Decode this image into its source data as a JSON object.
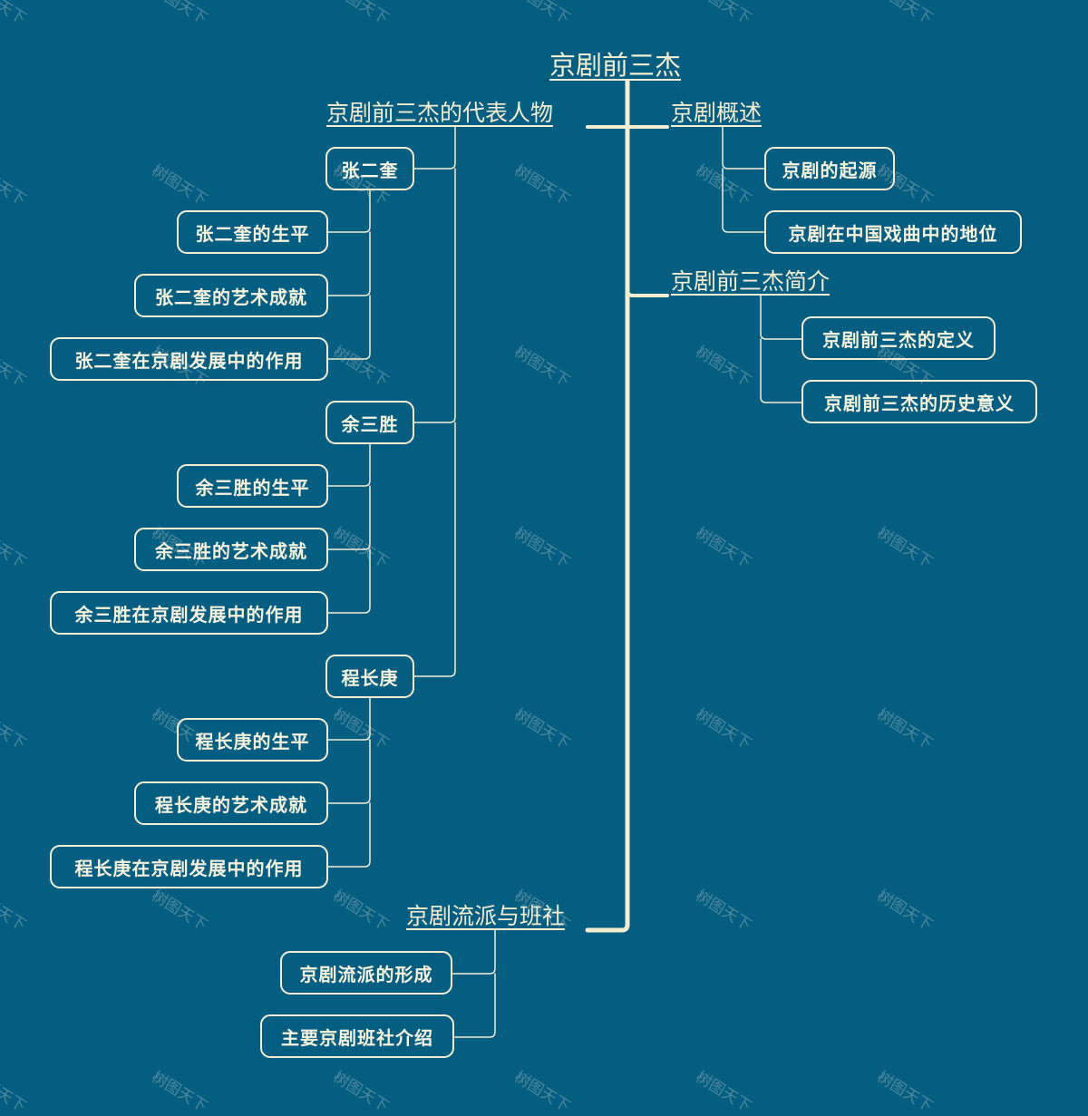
{
  "title": "京剧前三杰",
  "branches": {
    "overview": {
      "label": "京剧概述",
      "items": [
        "京剧的起源",
        "京剧在中国戏曲中的地位"
      ]
    },
    "intro": {
      "label": "京剧前三杰简介",
      "items": [
        "京剧前三杰的定义",
        "京剧前三杰的历史意义"
      ]
    },
    "figures": {
      "label": "京剧前三杰的代表人物",
      "people": [
        {
          "name": "张二奎",
          "items": [
            "张二奎的生平",
            "张二奎的艺术成就",
            "张二奎在京剧发展中的作用"
          ]
        },
        {
          "name": "余三胜",
          "items": [
            "余三胜的生平",
            "余三胜的艺术成就",
            "余三胜在京剧发展中的作用"
          ]
        },
        {
          "name": "程长庚",
          "items": [
            "程长庚的生平",
            "程长庚的艺术成就",
            "程长庚在京剧发展中的作用"
          ]
        }
      ]
    },
    "schools": {
      "label": "京剧流派与班社",
      "items": [
        "京剧流派的形成",
        "主要京剧班社介绍"
      ]
    }
  },
  "watermark": "树图天下",
  "colors": {
    "background": "#045e82",
    "line": "#f5edcf",
    "text": "#f8f2dc"
  }
}
